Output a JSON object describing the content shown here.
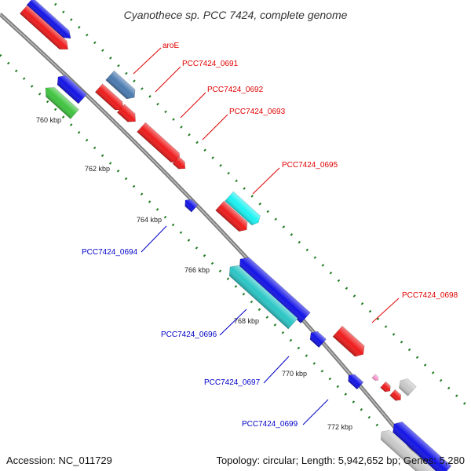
{
  "title": "Cyanothece sp. PCC 7424, complete genome",
  "colors": {
    "backbone": "#8c8c8c",
    "gc_dots": "#1f7a1f",
    "forward_gene": "#ee1c1c",
    "reverse_gene": "#1414e6",
    "steelblue_gene": "#4a7ab0",
    "green_gene": "#3fc43f",
    "cyan_gene": "#1cf2f2",
    "teal_gene": "#2cc6c6",
    "grey_gene": "#c8c8c8",
    "pink_gene": "#ff9ad2",
    "label_forward": "#e00000",
    "label_reverse": "#0000c8"
  },
  "ticks": [
    "760 kbp",
    "762 kbp",
    "764 kbp",
    "766 kbp",
    "768 kbp",
    "770 kbp",
    "772 kbp"
  ],
  "labels": [
    {
      "text": "aroE",
      "strand": "forward"
    },
    {
      "text": "PCC7424_0691",
      "strand": "forward"
    },
    {
      "text": "PCC7424_0692",
      "strand": "forward"
    },
    {
      "text": "PCC7424_0693",
      "strand": "forward"
    },
    {
      "text": "PCC7424_0695",
      "strand": "forward"
    },
    {
      "text": "PCC7424_0694",
      "strand": "reverse"
    },
    {
      "text": "PCC7424_0698",
      "strand": "forward"
    },
    {
      "text": "PCC7424_0696",
      "strand": "reverse"
    },
    {
      "text": "PCC7424_0697",
      "strand": "reverse"
    },
    {
      "text": "PCC7424_0699",
      "strand": "reverse"
    }
  ],
  "footer": {
    "accession": "Accession: NC_011729",
    "topology": "Topology: circular; Length: 5,942,652 bp; Genes: 5,280"
  }
}
